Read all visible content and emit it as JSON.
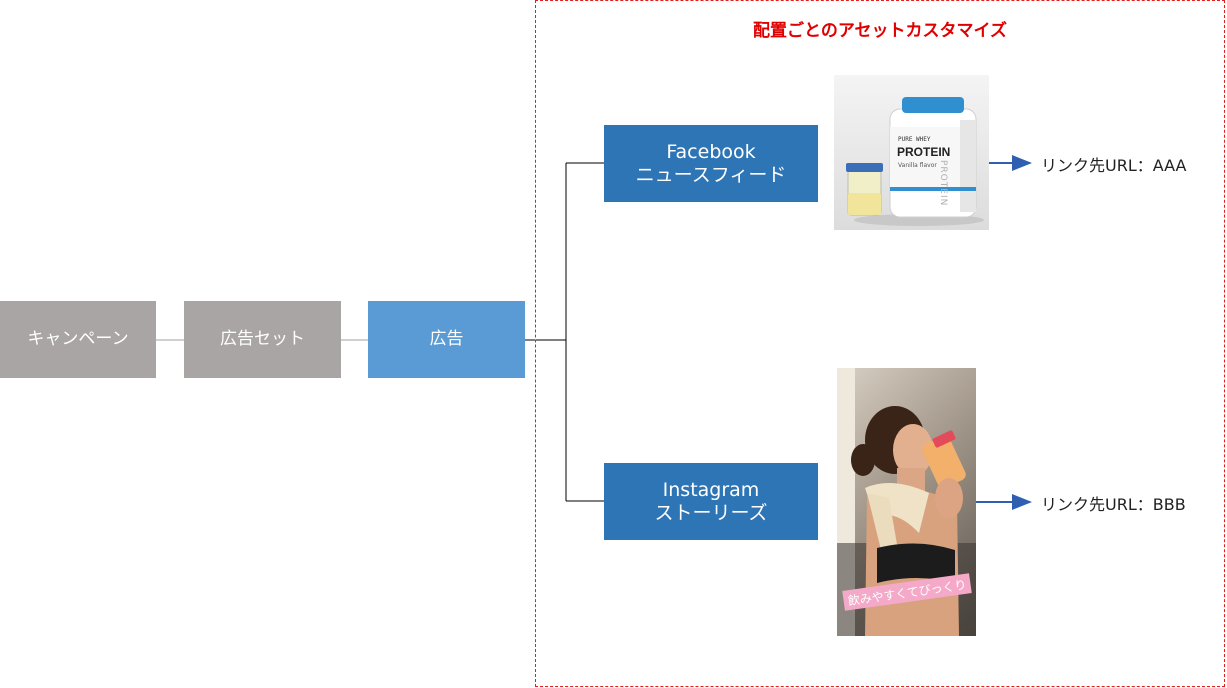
{
  "region_title": "配置ごとのアセットカスタマイズ",
  "nodes": {
    "campaign": "キャンペーン",
    "adset": "広告セット",
    "ad": "広告"
  },
  "placements": [
    {
      "line1": "Facebook",
      "line2": "ニュースフィード",
      "link": "リンク先URL：AAA"
    },
    {
      "line1": "Instagram",
      "line2": "ストーリーズ",
      "link": "リンク先URL：BBB"
    }
  ],
  "creative_1": {
    "jar_line1": "PURE WHEY",
    "jar_line2": "PROTEIN",
    "jar_line3": "Vanilla flavor",
    "jar_side": "PROTEIN"
  },
  "creative_2": {
    "caption": "飲みやすくてびっくり"
  },
  "colors": {
    "gray": "#a8a5a4",
    "light_blue": "#5a9bd5",
    "dark_blue": "#2e75b6",
    "accent_red": "#e00000"
  }
}
